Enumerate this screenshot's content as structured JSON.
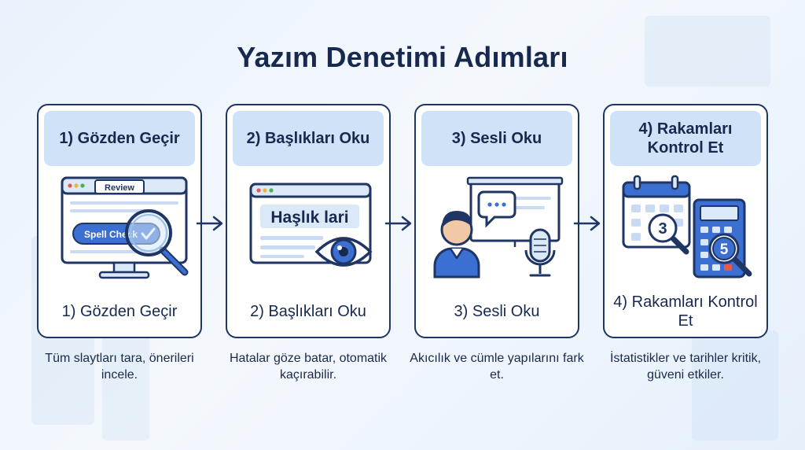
{
  "title": "Yazım Denetimi Adımları",
  "steps": [
    {
      "header": "1) Gözden Geçir",
      "caption": "1) Gözden Geçir",
      "description": "Tüm slaytları tara, önerileri incele.",
      "illustration": "monitor-magnifier-icon",
      "illustration_text": {
        "tab": "Review",
        "button": "Spell Check"
      }
    },
    {
      "header": "2) Başlıkları Oku",
      "caption": "2) Başlıkları Oku",
      "description": "Hatalar göze batar, otomatik kaçırabilir.",
      "illustration": "browser-eye-icon",
      "illustration_text": {
        "heading": "Haşlık lari"
      }
    },
    {
      "header": "3) Sesli Oku",
      "caption": "3) Sesli Oku",
      "description": "Akıcılık ve cümle yapılarını fark et.",
      "illustration": "speaker-microphone-icon"
    },
    {
      "header": "4) Rakamları Kontrol Et",
      "caption": "4) Rakamları Kontrol Et",
      "description": "İstatistikler ve tarihler kritik, güveni etkiler.",
      "illustration": "calendar-calculator-icon",
      "illustration_text": {
        "calendar_number": "3",
        "calculator_number": "5"
      }
    }
  ],
  "colors": {
    "navy": "#1f3564",
    "header_fill": "#cfe2f7",
    "accent_blue": "#3b6fd1"
  }
}
